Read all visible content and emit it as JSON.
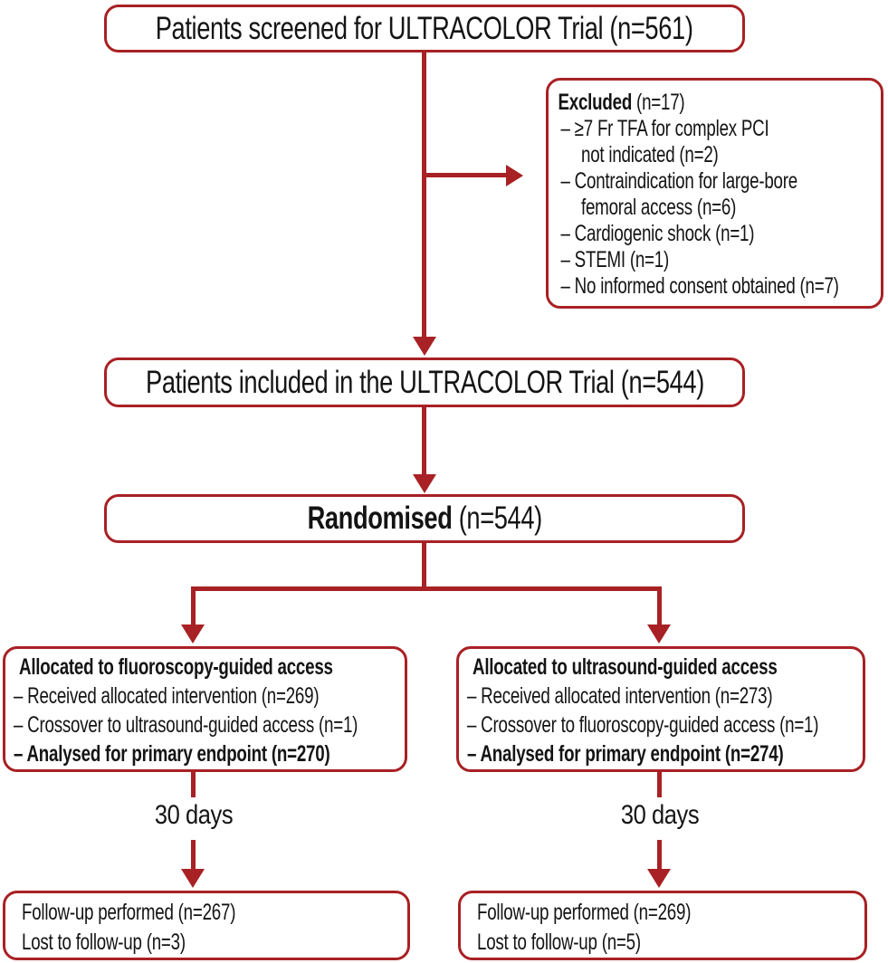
{
  "figure": {
    "type": "consort-flow-diagram",
    "accent_color": "#a82124",
    "text_color": "#141414",
    "background": "#ffffff"
  },
  "boxes": {
    "screened": {
      "label": "Patients screened for ULTRACOLOR Trial (n=561)"
    },
    "excluded": {
      "title": "Excluded",
      "title_n": " (n=17)",
      "items": [
        "– ≥7 Fr TFA for complex PCI",
        "not indicated (n=2)",
        "– Contraindication for large-bore",
        "femoral access (n=6)",
        "– Cardiogenic shock (n=1)",
        "– STEMI (n=1)",
        "– No informed consent obtained (n=7)"
      ]
    },
    "included": {
      "label": "Patients included in the ULTRACOLOR Trial (n=544)"
    },
    "randomised": {
      "title": "Randomised",
      "title_n": " (n=544)"
    },
    "alloc_fluoro": {
      "title": "Allocated to fluoroscopy-guided access",
      "items": [
        "– Received allocated intervention (n=269)",
        "– Crossover to ultrasound-guided access (n=1)",
        "– Analysed for primary endpoint (n=270)"
      ]
    },
    "alloc_ultra": {
      "title": "Allocated to ultrasound-guided access",
      "items": [
        "– Received allocated intervention (n=273)",
        "– Crossover to fluoroscopy-guided access (n=1)",
        "– Analysed for primary endpoint (n=274)"
      ]
    },
    "followup_fluoro": {
      "lines": [
        "Follow-up performed (n=267)",
        "Lost to follow-up (n=3)"
      ]
    },
    "followup_ultra": {
      "lines": [
        "Follow-up performed (n=269)",
        "Lost to follow-up (n=5)"
      ]
    }
  },
  "labels": {
    "interval_left": "30 days",
    "interval_right": "30 days"
  }
}
